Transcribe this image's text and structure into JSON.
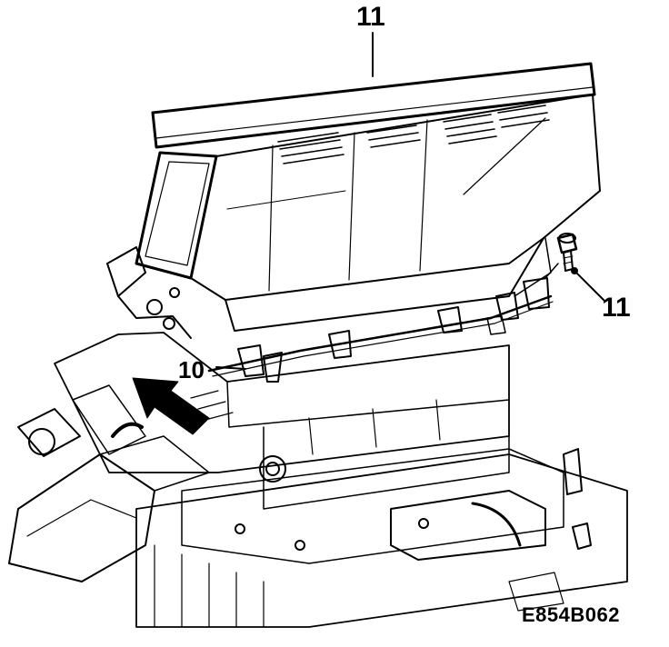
{
  "callouts": {
    "top_cover": "11",
    "bolt": "11",
    "harness": "10"
  },
  "figure_code": "E854B062",
  "colors": {
    "ink": "#000000",
    "paper": "#ffffff"
  }
}
